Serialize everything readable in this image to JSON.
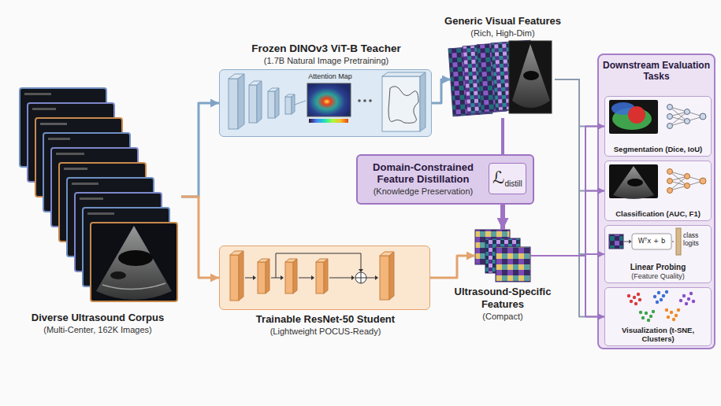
{
  "diagram": {
    "nodes": [
      {
        "text": [
          "Diverse Ultrasound Corpus",
          "(Multi-Center, 162K Images)"
        ]
      },
      {
        "text": [
          "Frozen DINOv3 ViT-B Teacher",
          "(1.7B Natural Image Pretraining)"
        ]
      },
      {
        "text": [
          "Generic Visual Features",
          "(Rich, High-Dim)"
        ]
      },
      {
        "text": [
          "Domain-Constrained Feature Distillation",
          "(Knowledge Preservation)"
        ]
      },
      {
        "text": [
          "ℒ",
          "distill"
        ],
        "in": 3
      },
      {
        "text": [
          "Trainable ResNet-50 Student",
          "(Lightweight POCUS-Ready)"
        ]
      },
      {
        "text": [
          "Ultrasound-Specific Features",
          "(Compact)"
        ]
      },
      {
        "text": [
          "Downstream Evaluation Tasks"
        ]
      },
      {
        "text": [
          "Segmentation (Dice, IoU)"
        ],
        "in": 7
      },
      {
        "text": [
          "Classification (AUC, F1)"
        ],
        "in": 7
      },
      {
        "text": [
          "Linear Probing",
          "(Feature Quality)"
        ],
        "in": 7
      },
      {
        "text": [
          "Visualization (t-SNE, Clusters)"
        ],
        "in": 7
      }
    ],
    "edges": [
      {
        "from": 0,
        "to": 1,
        "arrow": "to"
      },
      {
        "from": 0,
        "to": 5,
        "arrow": "to"
      },
      {
        "from": 1,
        "to": 2,
        "arrow": "to"
      },
      {
        "from": 2,
        "to": 3,
        "arrow": "none"
      },
      {
        "from": 3,
        "to": 6,
        "arrow": "to"
      },
      {
        "from": 5,
        "to": 6,
        "arrow": "to"
      },
      {
        "from": 2,
        "to": 8,
        "arrow": "to"
      },
      {
        "from": 2,
        "to": 9,
        "arrow": "to"
      },
      {
        "from": 2,
        "to": 10,
        "arrow": "to"
      },
      {
        "from": 2,
        "to": 11,
        "arrow": "to"
      },
      {
        "from": 6,
        "to": 8,
        "arrow": "to"
      },
      {
        "from": 6,
        "to": 9,
        "arrow": "to"
      },
      {
        "from": 6,
        "to": 10,
        "arrow": "to"
      },
      {
        "from": 6,
        "to": 11,
        "arrow": "to"
      }
    ],
    "labels": [
      "Attention Map",
      "Wᵀx + b",
      "class logits"
    ]
  }
}
